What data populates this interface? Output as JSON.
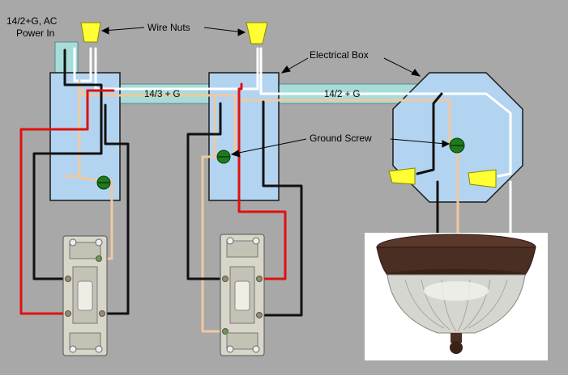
{
  "labels": {
    "power_in_line1": "14/2+G, AC",
    "power_in_line2": "Power In",
    "wire_nuts": "Wire Nuts",
    "electrical_box": "Electrical Box",
    "ground_screw": "Ground Screw",
    "cable_14_3": "14/3 + G",
    "cable_14_2": "14/2 + G"
  },
  "colors": {
    "background": "#a8a8a8",
    "box_fill": "#b3d4f0",
    "box_stroke": "#1a1a1a",
    "conduit": "#a8dcd8",
    "wire_black": "#111111",
    "wire_red": "#e01010",
    "wire_white": "#ffffff",
    "wire_bare": "#f0c8a0",
    "ground_screw": "#1e7a1e",
    "wire_nut": "#ffff33",
    "switch_plate": "#d8d6c8",
    "fixture_base": "#4a2d23",
    "fixture_globe": "#d6d6d0"
  }
}
